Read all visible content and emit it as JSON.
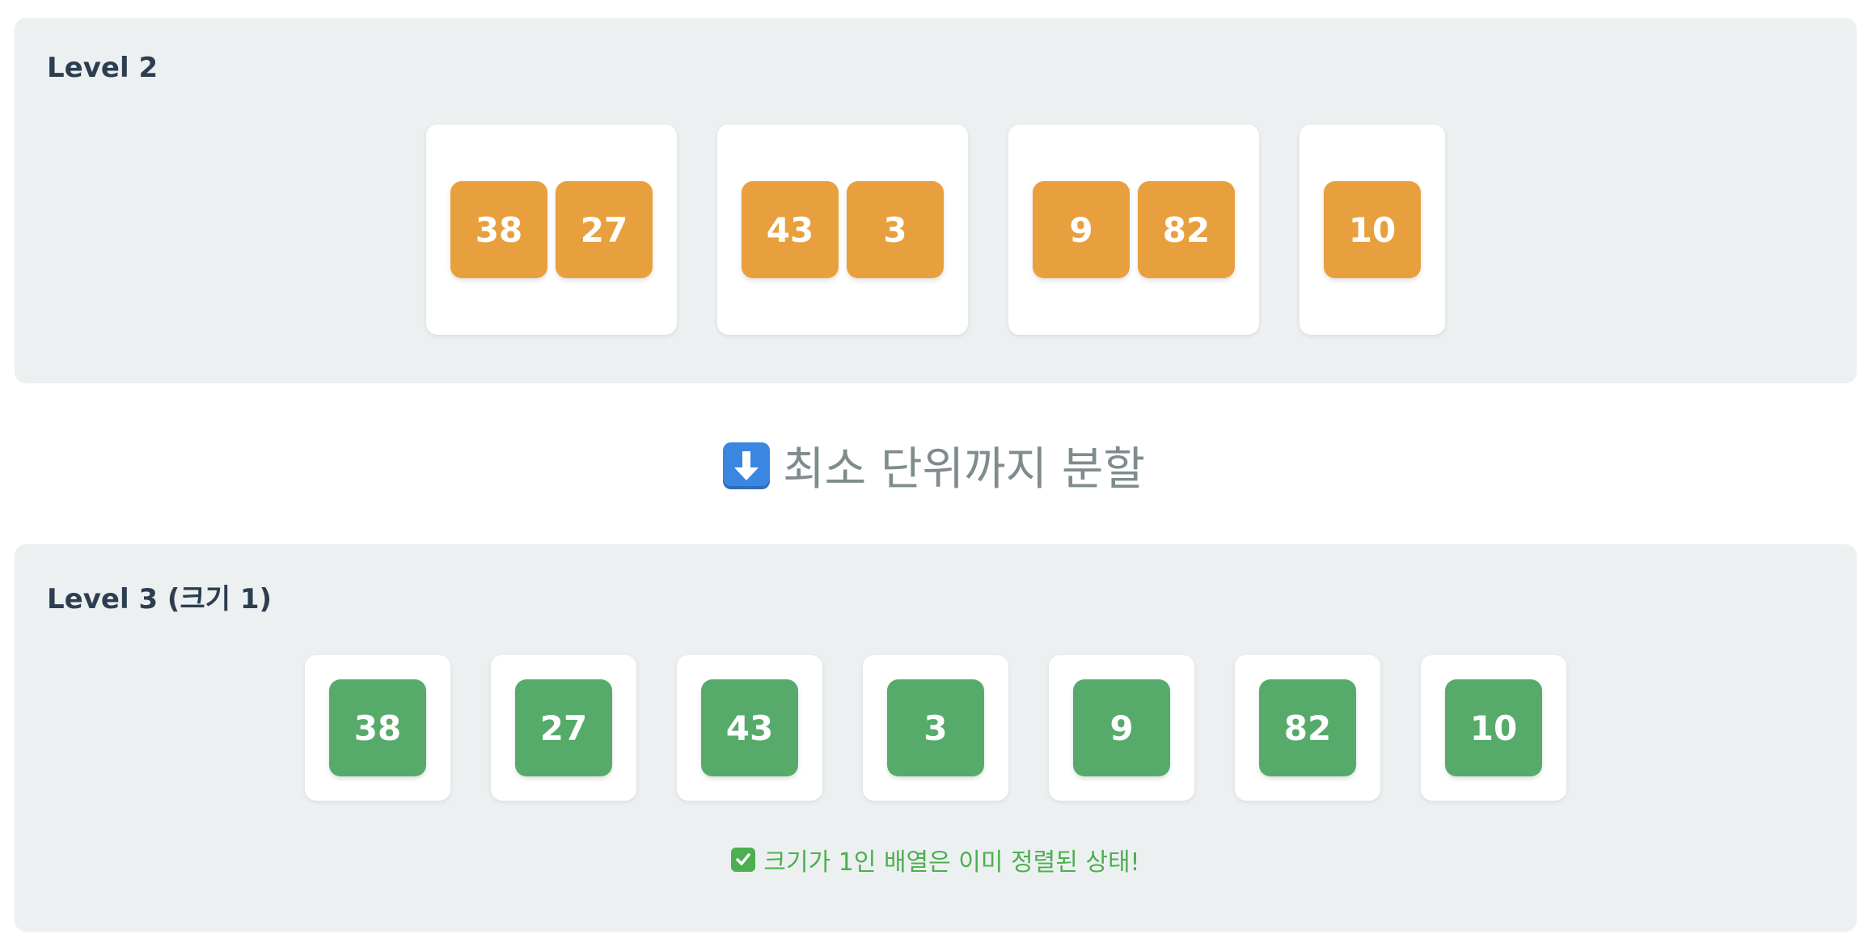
{
  "level2": {
    "title": "Level 2",
    "groups": [
      [
        "38",
        "27"
      ],
      [
        "43",
        "3"
      ],
      [
        "9",
        "82"
      ],
      [
        "10"
      ]
    ]
  },
  "divider": {
    "icon": "down-arrow-icon",
    "text": "최소 단위까지 분할"
  },
  "level3": {
    "title": "Level 3 (크기 1)",
    "groups": [
      [
        "38"
      ],
      [
        "27"
      ],
      [
        "43"
      ],
      [
        "3"
      ],
      [
        "9"
      ],
      [
        "82"
      ],
      [
        "10"
      ]
    ],
    "note": "크기가 1인 배열은 이미 정렬된 상태!",
    "note_icon": "check-icon"
  },
  "colors": {
    "panel_bg": "#ecf0f1",
    "title": "#2c3e50",
    "orange_cell": "#e8a03f",
    "green_cell": "#56ab6b",
    "caption": "#7f8c8d",
    "note": "#4caf50"
  }
}
